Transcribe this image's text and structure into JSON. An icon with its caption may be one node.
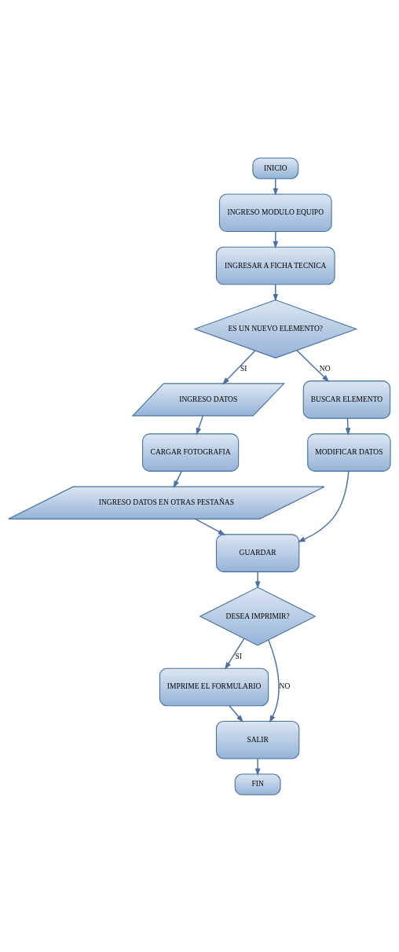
{
  "diagram": {
    "nodes": [
      {
        "text": [
          "INICIO"
        ]
      },
      {
        "text": [
          "INGRESO MODULO EQUIPO"
        ]
      },
      {
        "text": [
          "INGRESAR A FICHA TECNICA"
        ]
      },
      {
        "text": [
          "ES UN NUEVO ELEMENTO?"
        ]
      },
      {
        "text": [
          "INGRESO DATOS"
        ]
      },
      {
        "text": [
          "CARGAR FOTOGRAFIA"
        ]
      },
      {
        "text": [
          "INGRESO DATOS EN OTRAS PESTAÑAS"
        ]
      },
      {
        "text": [
          "BUSCAR ELEMENTO"
        ]
      },
      {
        "text": [
          "MODIFICAR DATOS"
        ]
      },
      {
        "text": [
          "GUARDAR"
        ]
      },
      {
        "text": [
          "DESEA IMPRIMIR?"
        ]
      },
      {
        "text": [
          "IMPRIME EL FORMULARIO"
        ]
      },
      {
        "text": [
          "SALIR"
        ]
      },
      {
        "text": [
          "FIN"
        ]
      }
    ],
    "edges": [
      {
        "from": 0,
        "to": 1,
        "arrow": "to"
      },
      {
        "from": 1,
        "to": 2,
        "arrow": "to"
      },
      {
        "from": 2,
        "to": 3,
        "arrow": "to"
      },
      {
        "from": 3,
        "to": 4,
        "arrow": "to",
        "label": "SI"
      },
      {
        "from": 4,
        "to": 5,
        "arrow": "to"
      },
      {
        "from": 5,
        "to": 6,
        "arrow": "to"
      },
      {
        "from": 3,
        "to": 7,
        "arrow": "to",
        "label": "NO"
      },
      {
        "from": 7,
        "to": 8,
        "arrow": "to"
      },
      {
        "from": 8,
        "to": 9,
        "arrow": "to"
      },
      {
        "from": 6,
        "to": 9,
        "arrow": "to"
      },
      {
        "from": 9,
        "to": 10,
        "arrow": "to"
      },
      {
        "from": 10,
        "to": 11,
        "arrow": "to",
        "label": "SI"
      },
      {
        "from": 10,
        "to": 12,
        "arrow": "to",
        "label": "NO"
      },
      {
        "from": 11,
        "to": 12,
        "arrow": "to"
      },
      {
        "from": 12,
        "to": 13,
        "arrow": "to"
      }
    ]
  }
}
